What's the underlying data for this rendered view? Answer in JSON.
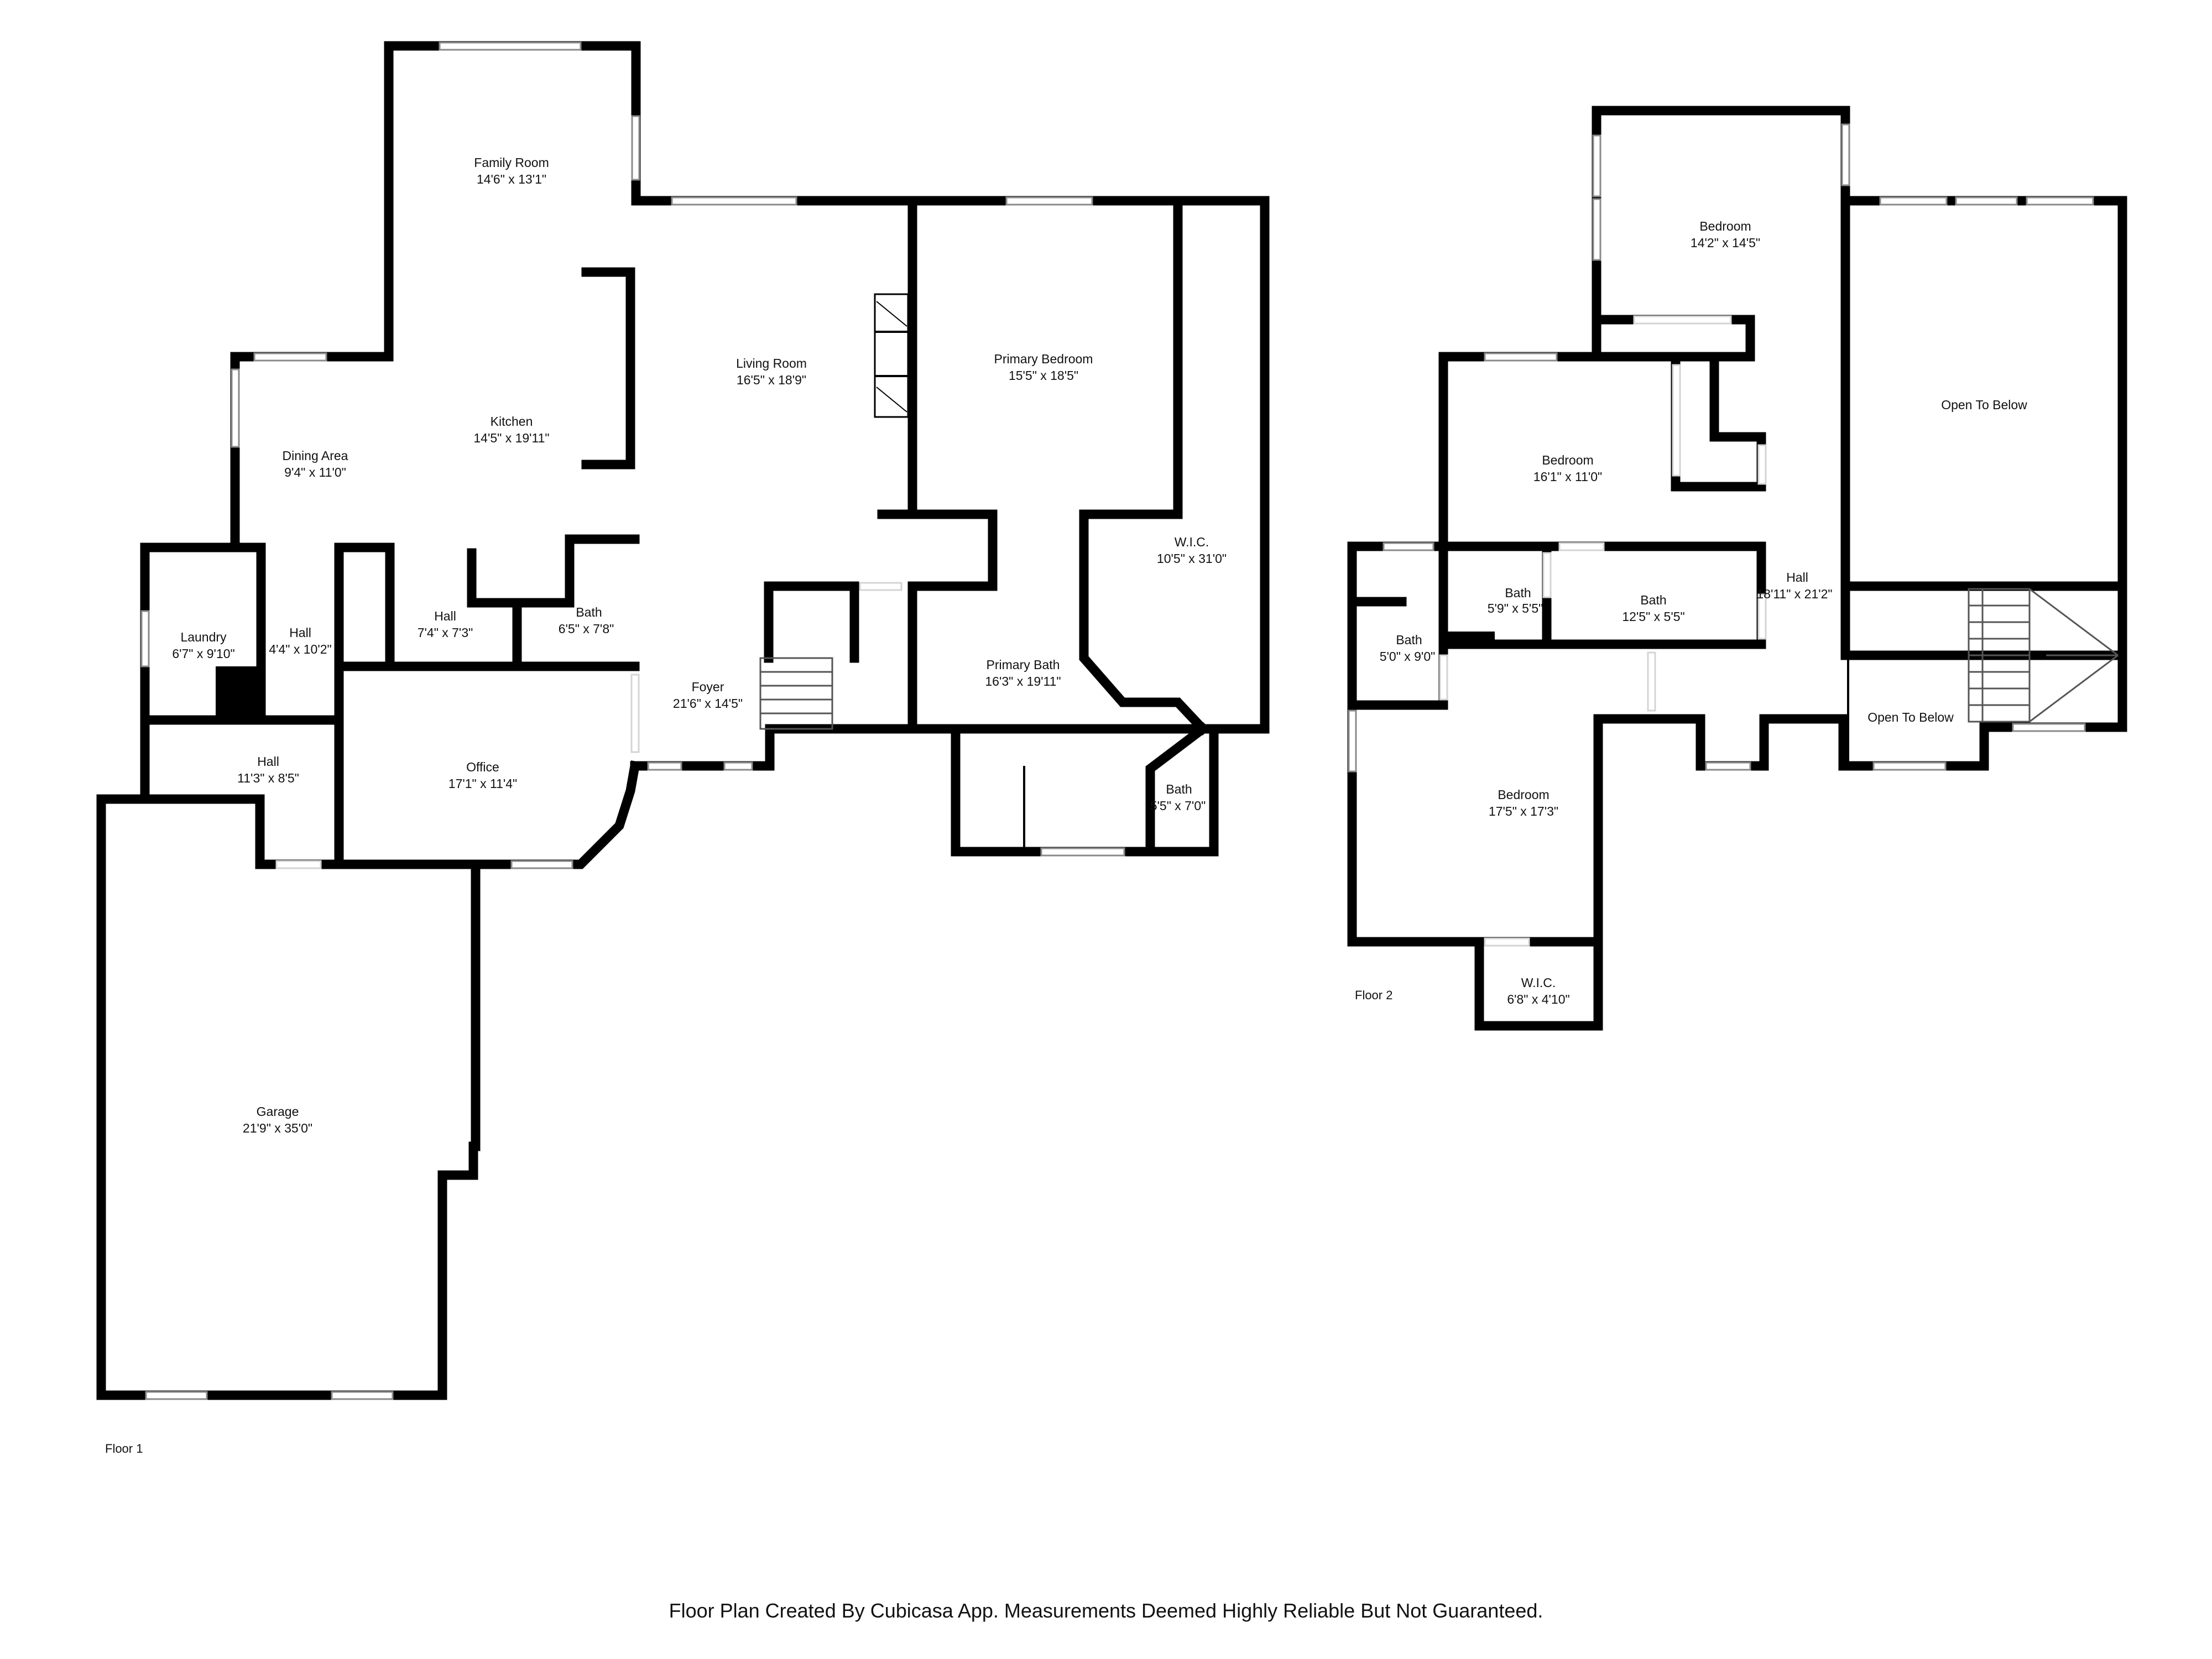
{
  "floors": [
    {
      "label": "Floor 1",
      "rooms": [
        {
          "name": "Family Room",
          "dims": "14'6\" x 13'1\""
        },
        {
          "name": "Living Room",
          "dims": "16'5\" x 18'9\""
        },
        {
          "name": "Primary Bedroom",
          "dims": "15'5\" x 18'5\""
        },
        {
          "name": "Kitchen",
          "dims": "14'5\" x 19'11\""
        },
        {
          "name": "Dining Area",
          "dims": "9'4\" x 11'0\""
        },
        {
          "name": "W.I.C.",
          "dims": "10'5\" x 31'0\""
        },
        {
          "name": "Laundry",
          "dims": "6'7\" x 9'10\""
        },
        {
          "name": "Hall",
          "dims": "4'4\" x 10'2\""
        },
        {
          "name": "Hall",
          "dims": "7'4\" x 7'3\""
        },
        {
          "name": "Bath",
          "dims": "6'5\" x 7'8\""
        },
        {
          "name": "Foyer",
          "dims": "21'6\" x 14'5\""
        },
        {
          "name": "Primary Bath",
          "dims": "16'3\" x 19'11\""
        },
        {
          "name": "Hall",
          "dims": "11'3\" x 8'5\""
        },
        {
          "name": "Office",
          "dims": "17'1\" x 11'4\""
        },
        {
          "name": "Bath",
          "dims": "5'5\" x 7'0\""
        },
        {
          "name": "Garage",
          "dims": "21'9\" x 35'0\""
        }
      ]
    },
    {
      "label": "Floor 2",
      "rooms": [
        {
          "name": "Bedroom",
          "dims": "14'2\" x 14'5\""
        },
        {
          "name": "Open To Below",
          "dims": ""
        },
        {
          "name": "Bedroom",
          "dims": "16'1\" x 11'0\""
        },
        {
          "name": "Bath",
          "dims": "5'9\" x 5'5\""
        },
        {
          "name": "Bath",
          "dims": "12'5\" x 5'5\""
        },
        {
          "name": "Hall",
          "dims": "18'11\" x 21'2\""
        },
        {
          "name": "Bath",
          "dims": "5'0\" x 9'0\""
        },
        {
          "name": "Open To Below",
          "dims": ""
        },
        {
          "name": "Bedroom",
          "dims": "17'5\" x 17'3\""
        },
        {
          "name": "W.I.C.",
          "dims": "6'8\" x 4'10\""
        }
      ]
    }
  ],
  "footer": "Floor Plan Created By Cubicasa App. Measurements Deemed Highly Reliable But Not Guaranteed."
}
